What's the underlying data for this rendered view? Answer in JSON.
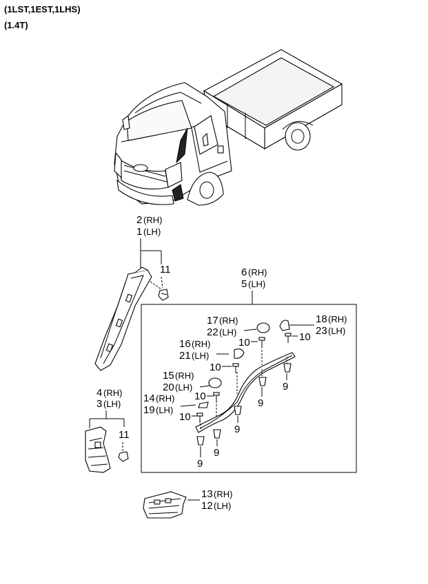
{
  "header": {
    "models": "(1LST,1EST,1LHS)",
    "variant": "(1.4T)"
  },
  "callouts": {
    "c2_num": "2",
    "c2_side": "(RH)",
    "c1_num": "1",
    "c1_side": "(LH)",
    "c11a": "11",
    "c6_num": "6",
    "c6_side": "(RH)",
    "c5_num": "5",
    "c5_side": "(LH)",
    "c17_num": "17",
    "c17_side": "(RH)",
    "c22_num": "22",
    "c22_side": "(LH)",
    "c18_num": "18",
    "c18_side": "(RH)",
    "c23_num": "23",
    "c23_side": "(LH)",
    "c16_num": "16",
    "c16_side": "(RH)",
    "c21_num": "21",
    "c21_side": "(LH)",
    "c15_num": "15",
    "c15_side": "(RH)",
    "c20_num": "20",
    "c20_side": "(LH)",
    "c14_num": "14",
    "c14_side": "(RH)",
    "c19_num": "19",
    "c19_side": "(LH)",
    "c4_num": "4",
    "c4_side": "(RH)",
    "c3_num": "3",
    "c3_side": "(LH)",
    "c11b": "11",
    "c13_num": "13",
    "c13_side": "(RH)",
    "c12_num": "12",
    "c12_side": "(LH)",
    "c10a": "10",
    "c10b": "10",
    "c10c": "10",
    "c10d": "10",
    "c10e": "10",
    "c9a": "9",
    "c9b": "9",
    "c9c": "9",
    "c9d": "9",
    "c9e": "9"
  },
  "icons": {
    "truck": "truck-illustration",
    "a_pillar": "a-pillar-trim-icon",
    "weatherstrip": "door-weatherstrip-icon",
    "lower_trim": "lower-cowl-trim-icon",
    "step_trim": "step-trim-icon",
    "clip": "clip-icon",
    "cap": "cap-icon",
    "screw": "screw-icon"
  }
}
